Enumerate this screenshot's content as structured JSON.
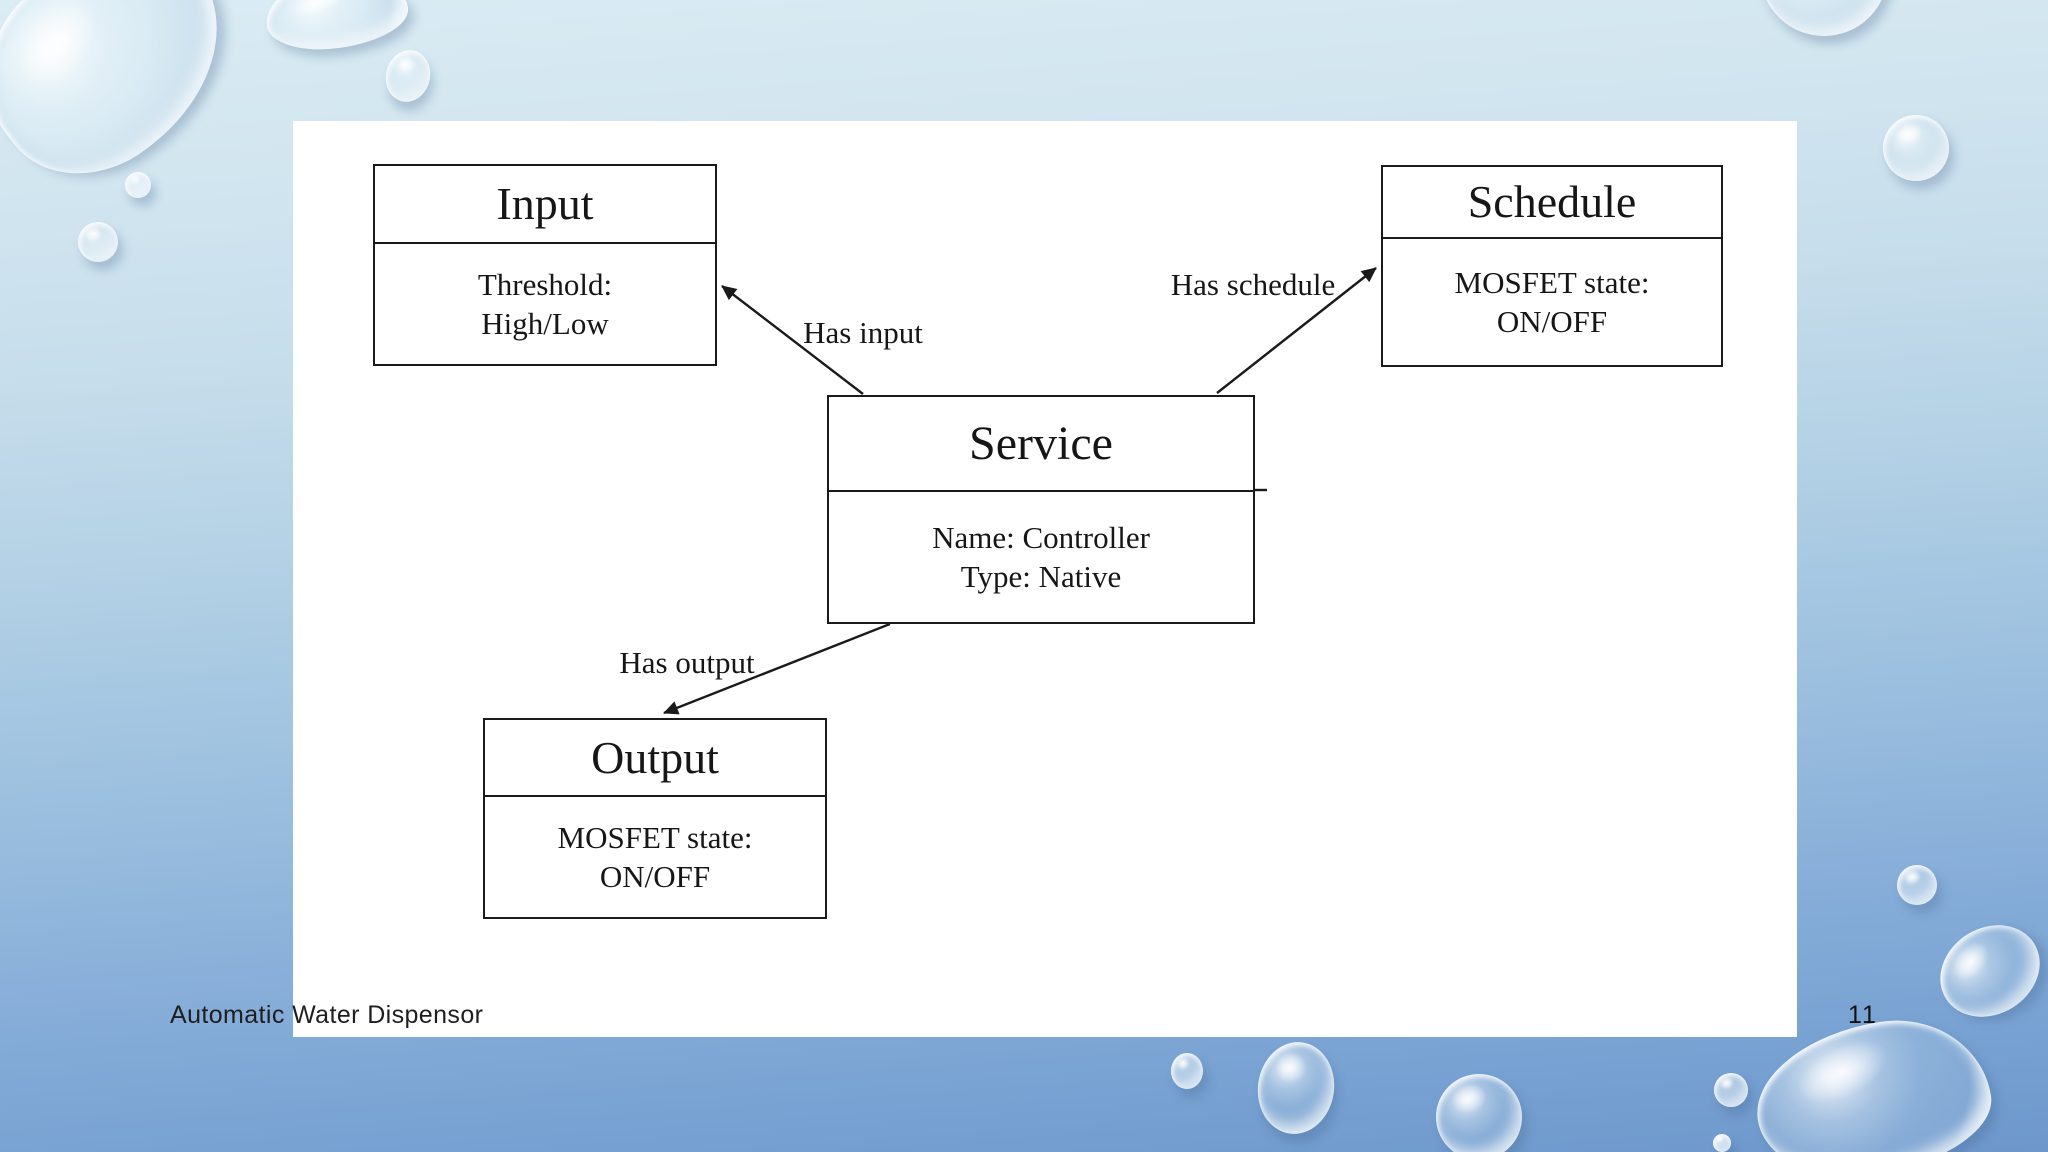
{
  "slide": {
    "footer_title": "Automatic Water Dispensor",
    "page_number": "11"
  },
  "diagram": {
    "boxes": [
      {
        "id": "input",
        "title": "Input",
        "attributes": [
          "Threshold:",
          "High/Low"
        ]
      },
      {
        "id": "schedule",
        "title": "Schedule",
        "attributes": [
          "MOSFET state:",
          "ON/OFF"
        ]
      },
      {
        "id": "service",
        "title": "Service",
        "attributes": [
          "Name: Controller",
          "Type: Native"
        ]
      },
      {
        "id": "output",
        "title": "Output",
        "attributes": [
          "MOSFET state:",
          "ON/OFF"
        ]
      }
    ],
    "connectors": [
      {
        "label": "Has input",
        "from": "Service",
        "to": "Input"
      },
      {
        "label": "Has schedule",
        "from": "Service",
        "to": "Schedule"
      },
      {
        "label": "Has output",
        "from": "Service",
        "to": "Output"
      }
    ]
  },
  "colors": {
    "background_top": "#daecf4",
    "background_bottom": "#6d98cc",
    "slide_background": "#ffffff",
    "diagram_ink": "#1a1a1a",
    "footer_text": "#1e1e1e"
  }
}
